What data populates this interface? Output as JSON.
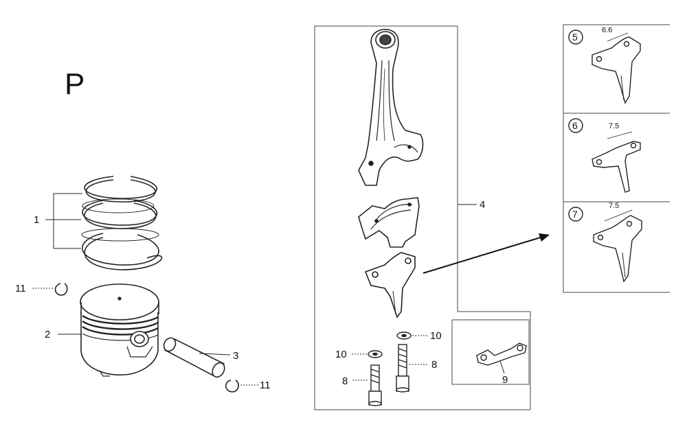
{
  "section_letter": "P",
  "callouts": {
    "rings": "1",
    "piston": "2",
    "pin": "3",
    "rod_assembly": "4",
    "bolt_left": "8",
    "bolt_right": "8",
    "washer_left": "10",
    "washer_right": "10",
    "lock_plate": "9",
    "clip_top": "11",
    "clip_bottom": "11"
  },
  "variants": [
    {
      "number": "5",
      "dimension": "6.6"
    },
    {
      "number": "6",
      "dimension": "7.5"
    },
    {
      "number": "7",
      "dimension": "7.5"
    }
  ]
}
